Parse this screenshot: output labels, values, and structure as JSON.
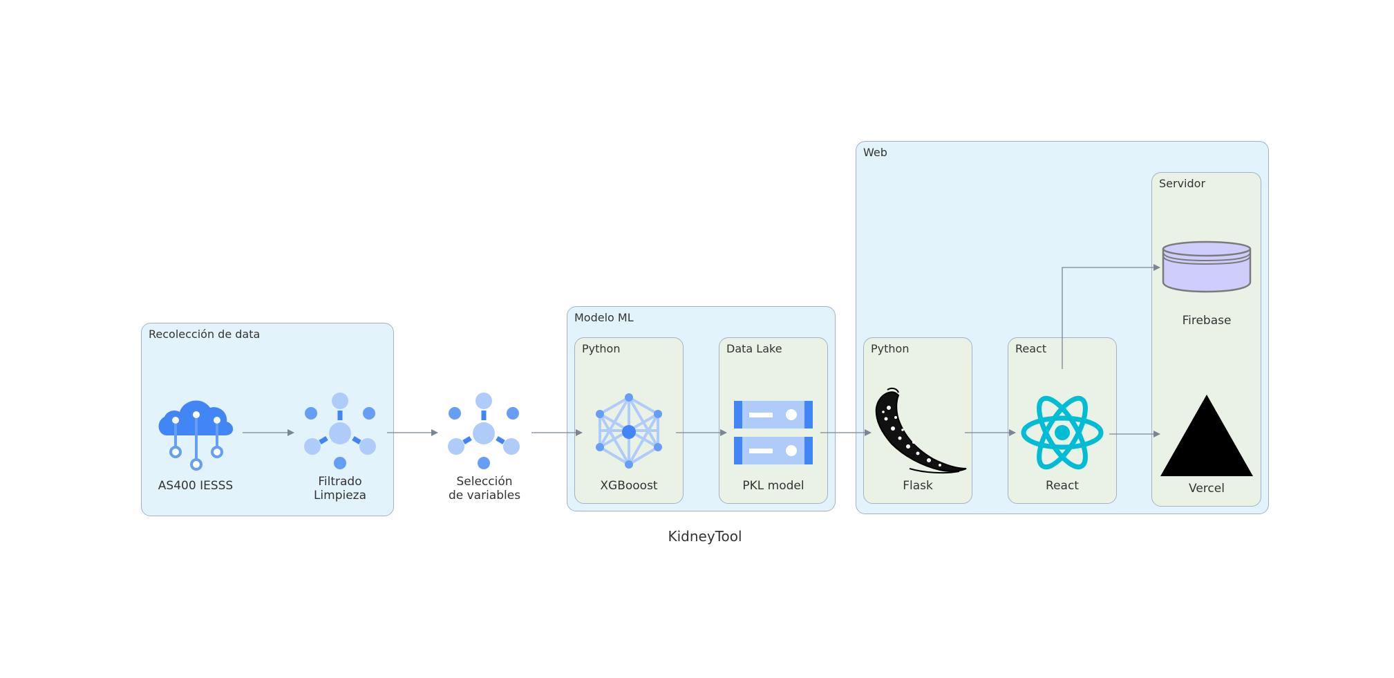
{
  "diagram_title": "KidneyTool",
  "clusters": {
    "recoleccion": "Recolección de data",
    "modelo_ml": "Modelo ML",
    "python_ml": "Python",
    "data_lake": "Data Lake",
    "web": "Web",
    "python_web": "Python",
    "react": "React",
    "servidor": "Servidor"
  },
  "nodes": {
    "as400": {
      "label": "AS400 IESSS",
      "icon": "cloud-iot-icon"
    },
    "filtrado": {
      "line1": "Filtrado",
      "line2": "Limpieza",
      "icon": "network-hub-icon"
    },
    "seleccion": {
      "line1": "Selección",
      "line2": "de variables",
      "icon": "network-hub-icon"
    },
    "xgboost": {
      "label": "XGBooost",
      "icon": "neural-network-icon"
    },
    "pkl": {
      "label": "PKL model",
      "icon": "storage-server-icon"
    },
    "flask": {
      "label": "Flask",
      "icon": "flask-horn-icon"
    },
    "react": {
      "label": "React",
      "icon": "react-atom-icon"
    },
    "firebase": {
      "label": "Firebase",
      "icon": "database-cylinder-icon"
    },
    "vercel": {
      "label": "Vercel",
      "icon": "vercel-triangle-icon"
    }
  },
  "colors": {
    "outer_cluster_fill": "#e3f3fb",
    "inner_cluster_fill": "#eaf1e5",
    "cluster_border": "#a4b1c4",
    "edge": "#7b8593",
    "gcp_dark_blue": "#4285f4",
    "gcp_light_blue": "#aecbfa",
    "react_cyan": "#00bcd4",
    "firebase_lavender": "#cfcdfa"
  }
}
